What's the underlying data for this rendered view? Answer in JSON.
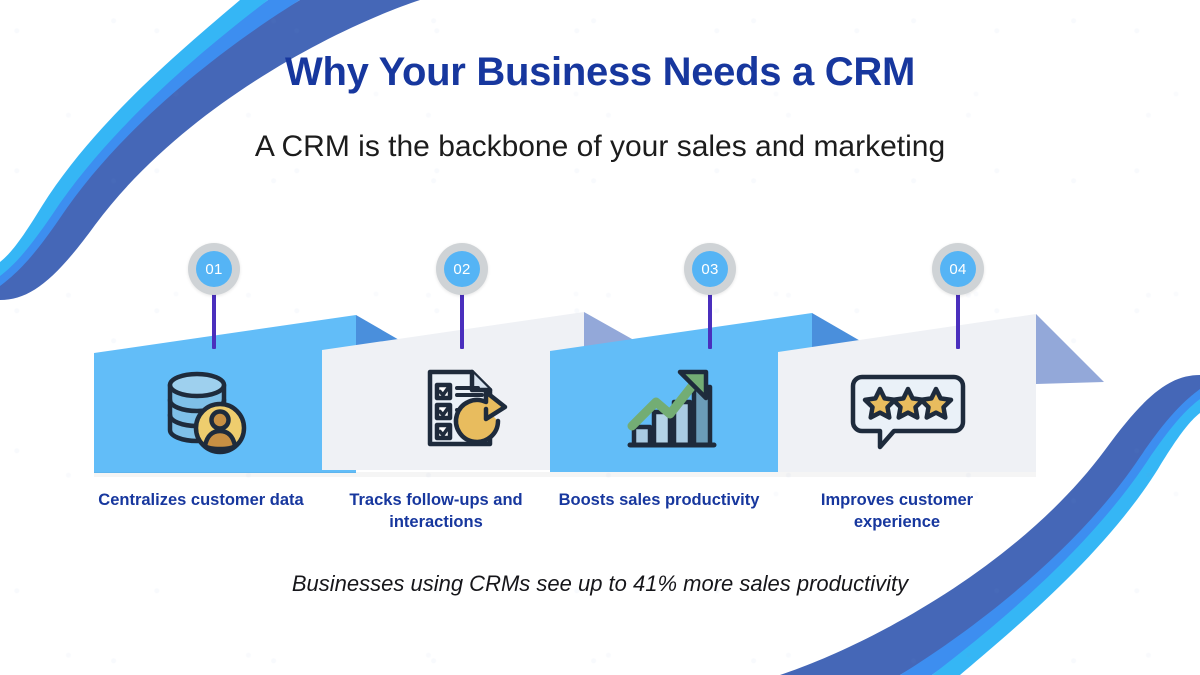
{
  "header": {
    "title": "Why Your Business Needs a CRM",
    "subtitle": "A CRM is the backbone of your sales and marketing"
  },
  "footer": {
    "note": "Businesses using CRMs see up to 41% more sales productivity",
    "stat_value": "41%"
  },
  "theme": {
    "title_color": "#17379e",
    "subtitle_color": "#1c1c1c",
    "caption_color": "#17379e",
    "banner_blue": "#62bdf8",
    "banner_gray": "#eff1f5",
    "fold_blue": "#4a8fdc",
    "fold_gray": "#93a8d9",
    "pin_ring": "#cfd3d6",
    "pin_disc": "#55b4f5",
    "pin_stem": "#4a2fbd",
    "deco_dark": "#4567b7",
    "deco_mid": "#3d8ef0",
    "deco_light": "#35b6f5",
    "gold": "#e8bc5e",
    "green": "#6aa96a",
    "ink": "#1e2b3c"
  },
  "steps": [
    {
      "number": "01",
      "label": "Centralizes customer data",
      "icon": "database-user-icon",
      "banner_style": "blue"
    },
    {
      "number": "02",
      "label": "Tracks follow-ups and interactions",
      "icon": "checklist-refresh-icon",
      "banner_style": "gray"
    },
    {
      "number": "03",
      "label": "Boosts sales productivity",
      "icon": "growth-chart-icon",
      "banner_style": "blue"
    },
    {
      "number": "04",
      "label": "Improves customer experience",
      "icon": "review-stars-icon",
      "banner_style": "gray"
    }
  ]
}
